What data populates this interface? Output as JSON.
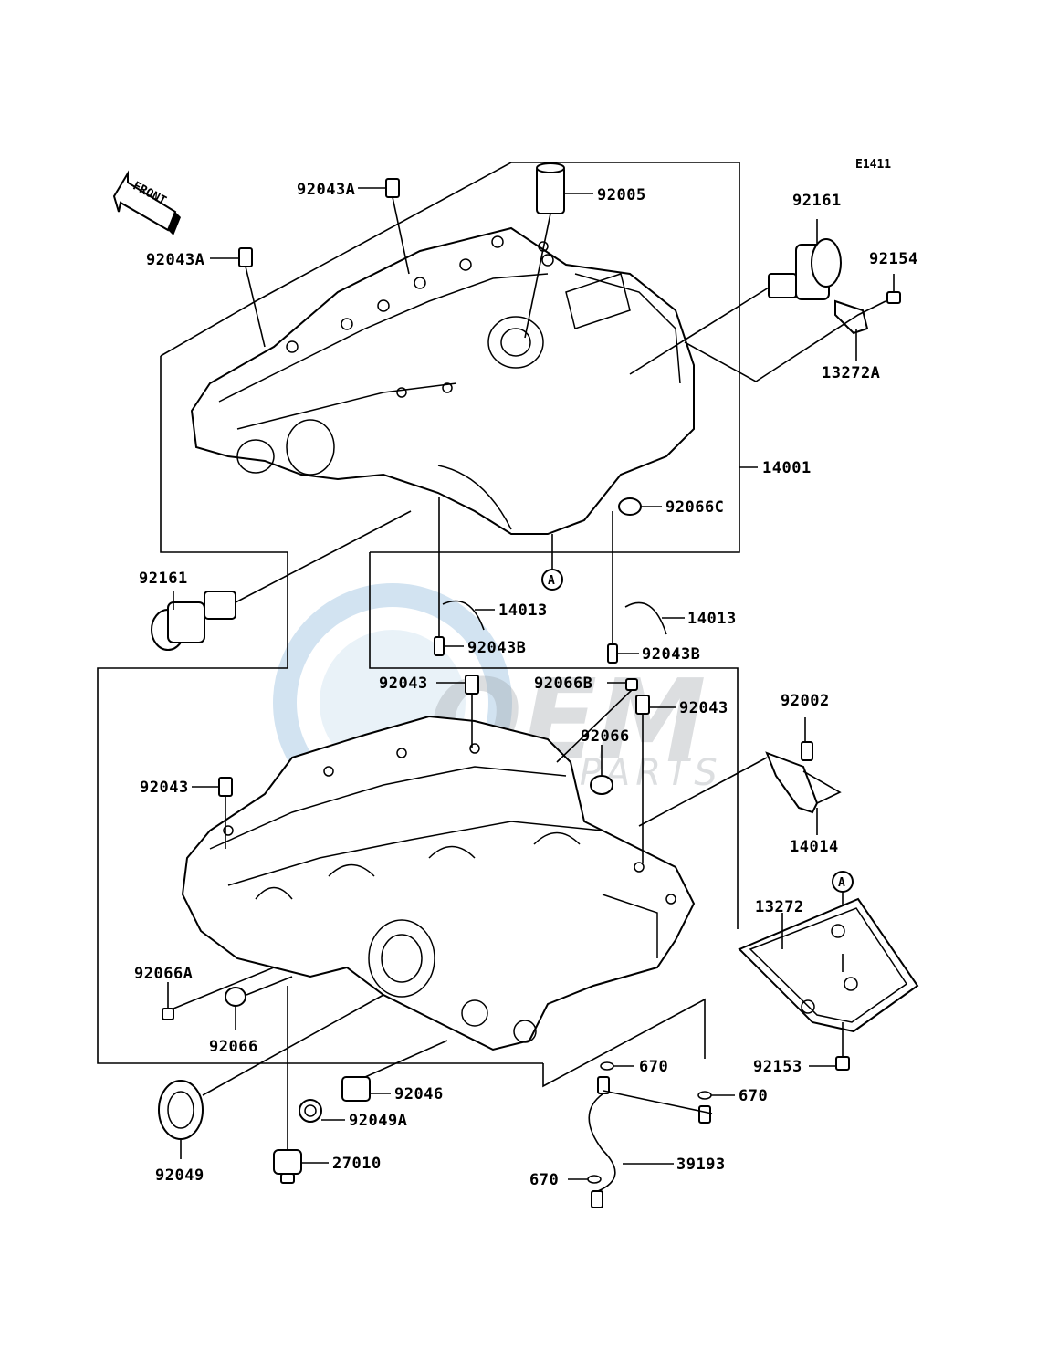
{
  "diagram_code": "E1411",
  "front_label": "FRONT",
  "watermark": {
    "brand": "OEM",
    "sub": "MOTORPARTS",
    "color": "#4a90c8"
  },
  "ref_marker": "A",
  "parts": {
    "p92043A_1": "92043A",
    "p92043A_2": "92043A",
    "p92005": "92005",
    "p92161_top": "92161",
    "p92154": "92154",
    "p13272A": "13272A",
    "p14001": "14001",
    "p92066C": "92066C",
    "p92161_left": "92161",
    "p14013_1": "14013",
    "p14013_2": "14013",
    "p92043B_1": "92043B",
    "p92043B_2": "92043B",
    "p92043_1": "92043",
    "p92066B": "92066B",
    "p92043_2": "92043",
    "p92002": "92002",
    "p92066_1": "92066",
    "p92043_3": "92043",
    "p14014": "14014",
    "p13272": "13272",
    "p92066A": "92066A",
    "p92066_2": "92066",
    "p92153": "92153",
    "p670_1": "670",
    "p670_2": "670",
    "p670_3": "670",
    "p92046": "92046",
    "p92049A": "92049A",
    "p39193": "39193",
    "p92049": "92049",
    "p27010": "27010"
  }
}
